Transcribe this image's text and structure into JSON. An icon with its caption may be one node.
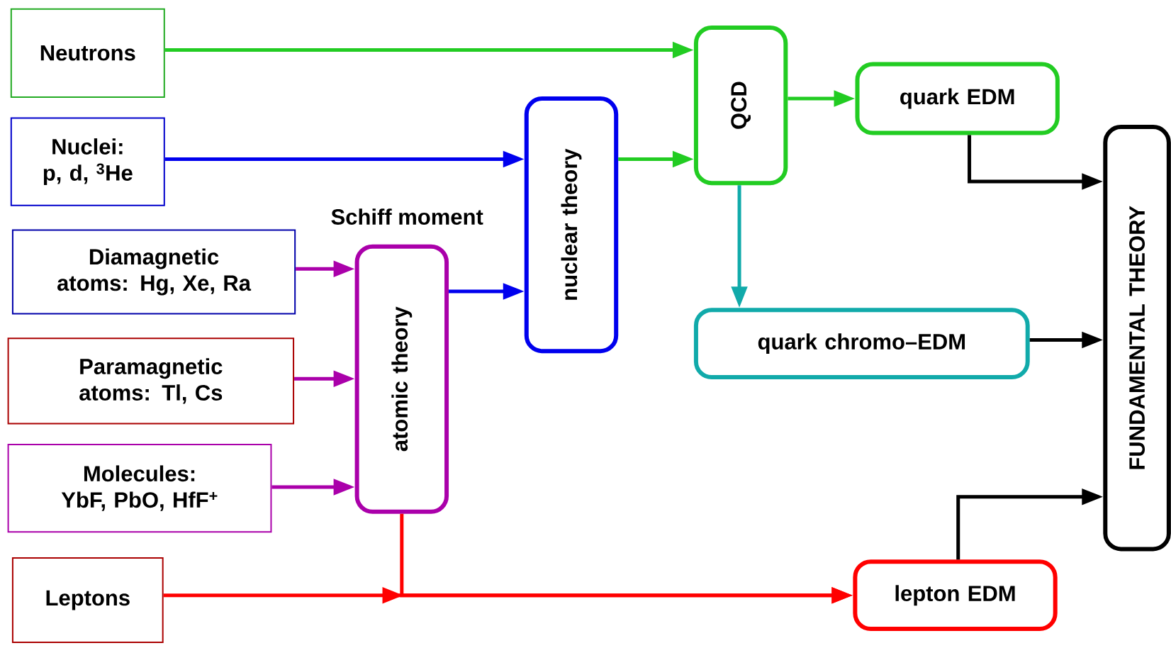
{
  "diagram": {
    "nodes": [
      {
        "text": [
          "Neutrons"
        ]
      },
      {
        "text": [
          "Nuclei: p, d, $^{3}$He"
        ]
      },
      {
        "text": [
          "Diamagnetic atoms: Hg, Xe, Ra"
        ]
      },
      {
        "text": [
          "Paramagnetic atoms: Tl, Cs"
        ]
      },
      {
        "text": [
          "Molecules: YbF, PbO, HfF$^{+}$"
        ]
      },
      {
        "text": [
          "Leptons"
        ]
      },
      {
        "text": [
          "atomic theory"
        ]
      },
      {
        "text": [
          "nuclear theory"
        ]
      },
      {
        "text": [
          "QCD"
        ]
      },
      {
        "text": [
          "quark EDM"
        ]
      },
      {
        "text": [
          "quark chromo–EDM"
        ]
      },
      {
        "text": [
          "lepton EDM"
        ]
      },
      {
        "text": [
          "FUNDAMENTAL THEORY"
        ]
      }
    ],
    "edges": [
      {
        "from": 0,
        "to": 8,
        "arrow": "to",
        "color": "#22cc22"
      },
      {
        "from": 1,
        "to": 7,
        "arrow": "to",
        "color": "#0000ee"
      },
      {
        "from": 7,
        "to": 8,
        "arrow": "to",
        "color": "#22cc22"
      },
      {
        "from": 8,
        "to": 9,
        "arrow": "to",
        "color": "#22cc22"
      },
      {
        "from": 8,
        "to": 10,
        "arrow": "to",
        "color": "#11aaaa"
      },
      {
        "from": 2,
        "to": 6,
        "arrow": "to",
        "color": "#aa00aa"
      },
      {
        "from": 3,
        "to": 6,
        "arrow": "to",
        "color": "#aa00aa"
      },
      {
        "from": 4,
        "to": 6,
        "arrow": "to",
        "color": "#aa00aa"
      },
      {
        "from": 6,
        "to": 7,
        "arrow": "to",
        "color": "#0000ee"
      },
      {
        "from": 5,
        "to": 11,
        "arrow": "to",
        "color": "#ff0000"
      },
      {
        "from": 6,
        "to": 11,
        "arrow": "to",
        "color": "#ff0000"
      },
      {
        "from": 9,
        "to": 12,
        "arrow": "to",
        "color": "#000000"
      },
      {
        "from": 10,
        "to": 12,
        "arrow": "to",
        "color": "#000000"
      },
      {
        "from": 11,
        "to": 12,
        "arrow": "to",
        "color": "#000000"
      }
    ],
    "labels": [
      "Schiff moment"
    ]
  }
}
